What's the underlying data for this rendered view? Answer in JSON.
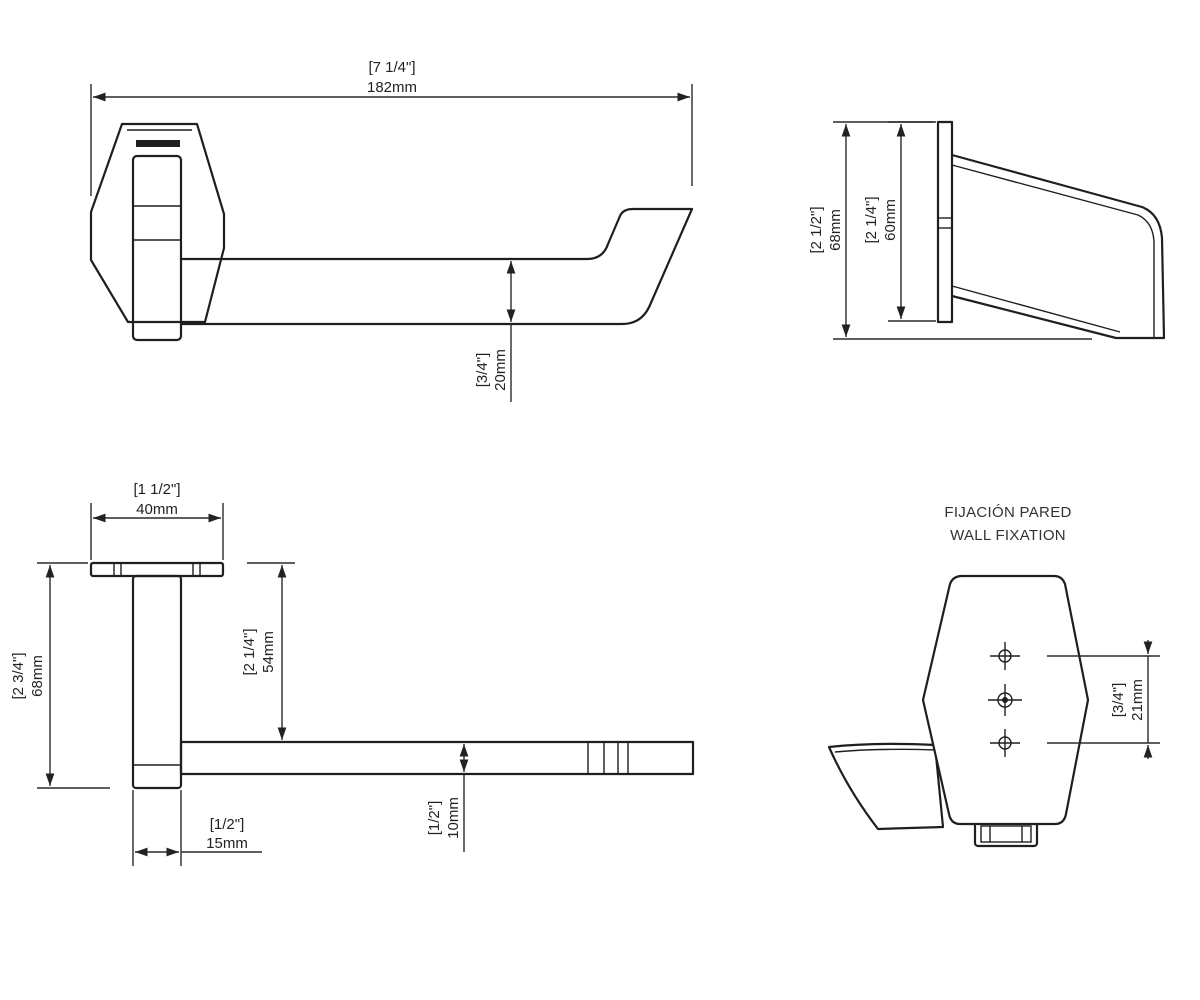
{
  "views": {
    "front": {
      "width_in": "[7 1/4\"]",
      "width_mm": "182mm",
      "arm_in": "[3/4\"]",
      "arm_mm": "20mm"
    },
    "side": {
      "outer_in": "[2 1/2\"]",
      "outer_mm": "68mm",
      "inner_in": "[2 1/4\"]",
      "inner_mm": "60mm"
    },
    "top": {
      "plate_in": "[1 1/2\"]",
      "plate_mm": "40mm",
      "height_in": "[2 3/4\"]",
      "height_mm": "68mm",
      "drop_in": "[2 1/4\"]",
      "drop_mm": "54mm",
      "post_in": "[1/2\"]",
      "post_mm": "15mm",
      "bar_in": "[1/2\"]",
      "bar_mm": "10mm"
    },
    "wall": {
      "title_es": "FIJACIÓN PARED",
      "title_en": "WALL FIXATION",
      "spacing_in": "[3/4\"]",
      "spacing_mm": "21mm"
    }
  }
}
